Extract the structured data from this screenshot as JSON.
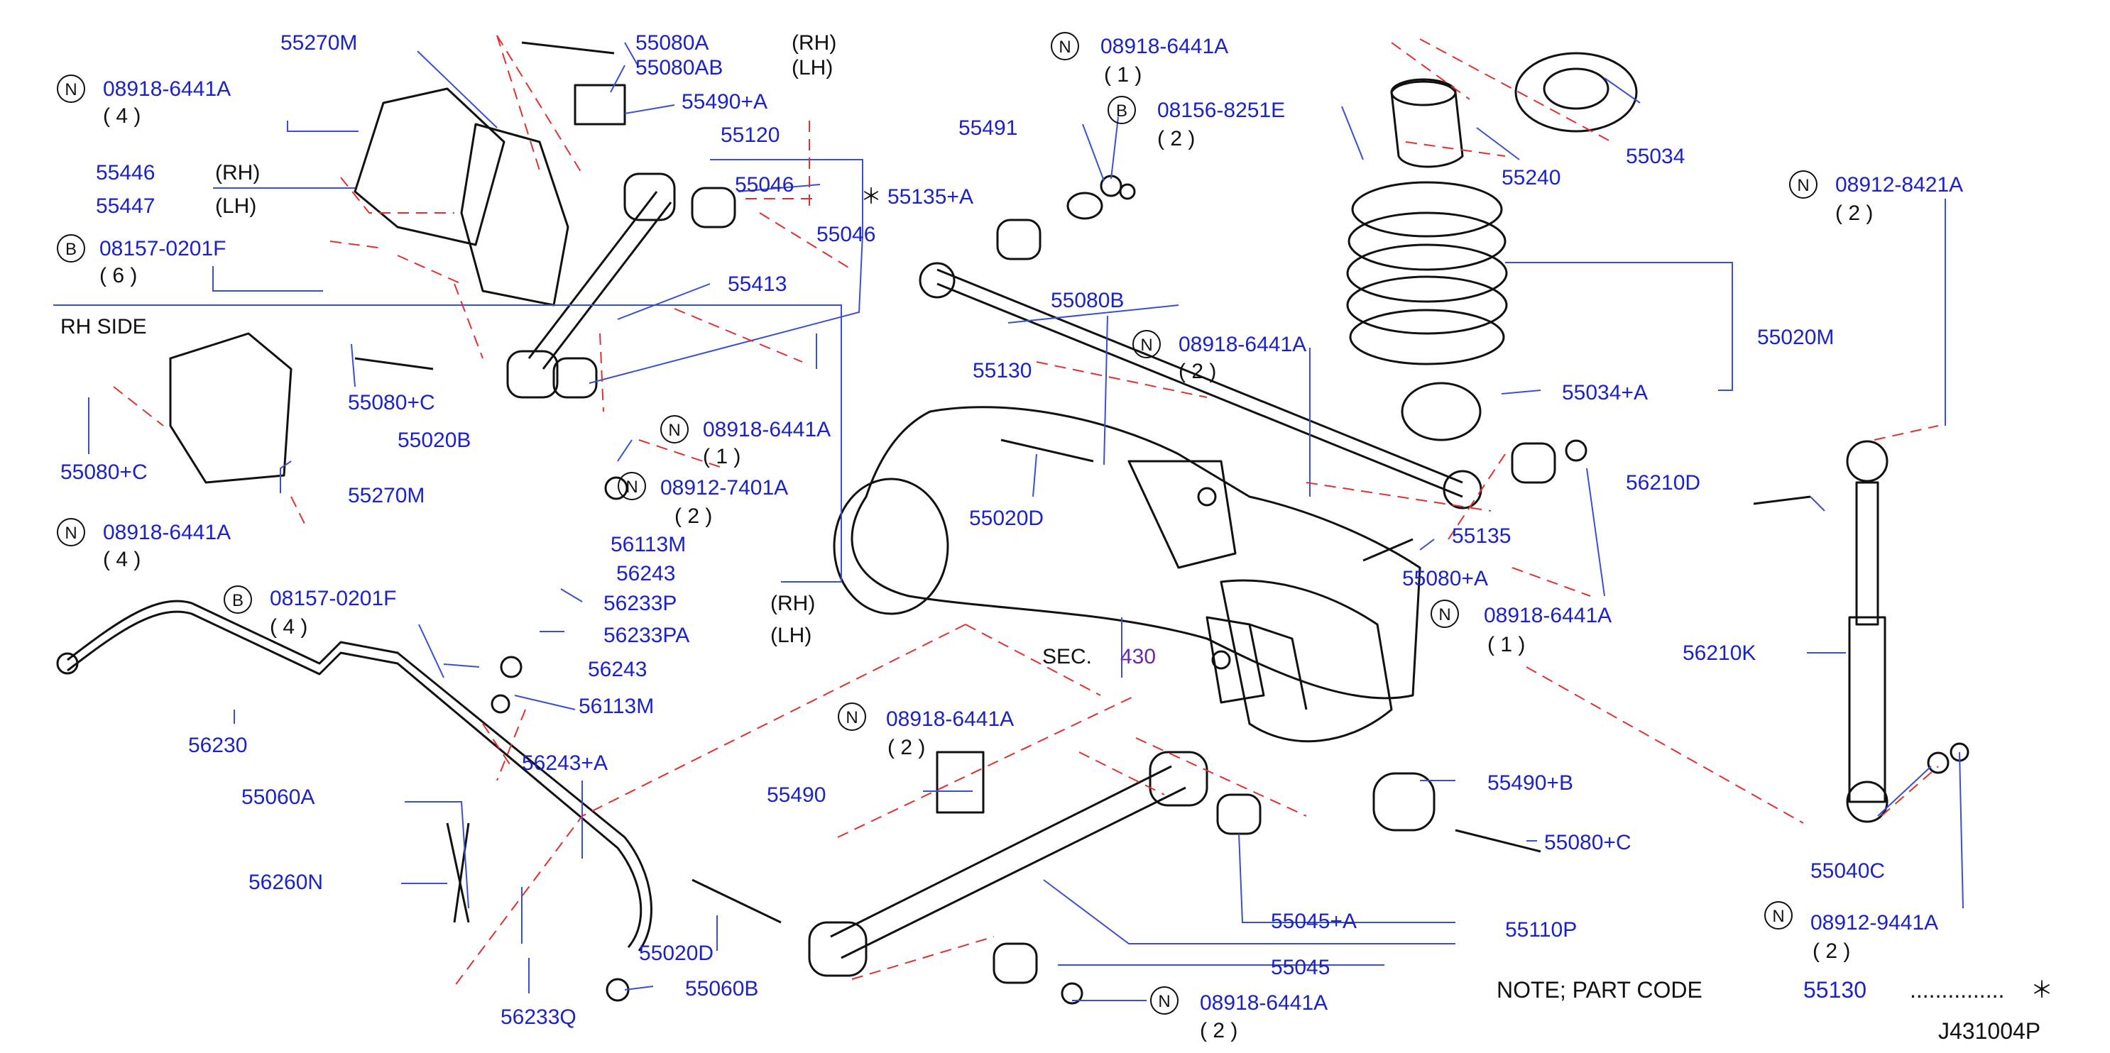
{
  "callouts": [
    {
      "id": "p55270M_top",
      "text": "55270M"
    },
    {
      "id": "p55080A",
      "text": "55080A"
    },
    {
      "id": "p55080AB",
      "text": "55080AB"
    },
    {
      "id": "pRH1",
      "text": "(RH)"
    },
    {
      "id": "pLH1",
      "text": "(LH)"
    },
    {
      "id": "p55490A",
      "text": "55490+A"
    },
    {
      "id": "p08918_a",
      "text": "08918-6441A"
    },
    {
      "id": "q4a",
      "text": "( 4 )"
    },
    {
      "id": "p55446",
      "text": "55446"
    },
    {
      "id": "p55447",
      "text": "55447"
    },
    {
      "id": "pRH2",
      "text": "(RH)"
    },
    {
      "id": "pLH2",
      "text": "(LH)"
    },
    {
      "id": "p55120",
      "text": "55120"
    },
    {
      "id": "p55046a",
      "text": "55046"
    },
    {
      "id": "p55046b",
      "text": "55046"
    },
    {
      "id": "p55135A",
      "text": "55135+A"
    },
    {
      "id": "star1",
      "text": "＊"
    },
    {
      "id": "p08157_a",
      "text": "08157-0201F"
    },
    {
      "id": "q6",
      "text": "( 6 )"
    },
    {
      "id": "p55413",
      "text": "55413"
    },
    {
      "id": "rhside",
      "text": "RH   SIDE"
    },
    {
      "id": "p55080C_a",
      "text": "55080+C"
    },
    {
      "id": "p55080C_b",
      "text": "55080+C"
    },
    {
      "id": "p55020B",
      "text": "55020B"
    },
    {
      "id": "p55270M_b",
      "text": "55270M"
    },
    {
      "id": "p08918_b",
      "text": "08918-6441A"
    },
    {
      "id": "q1a",
      "text": "( 1 )"
    },
    {
      "id": "p08912_a",
      "text": "08912-7401A"
    },
    {
      "id": "q2a",
      "text": "( 2 )"
    },
    {
      "id": "p08918_c",
      "text": "08918-6441A"
    },
    {
      "id": "q_c",
      "text": "( 4 )"
    },
    {
      "id": "p56113M_a",
      "text": "56113M"
    },
    {
      "id": "p56243a",
      "text": "56243"
    },
    {
      "id": "p56233P",
      "text": "56233P"
    },
    {
      "id": "p56233PA",
      "text": "56233PA"
    },
    {
      "id": "pRH3",
      "text": "(RH)"
    },
    {
      "id": "pLH3",
      "text": "(LH)"
    },
    {
      "id": "p08157_b",
      "text": "08157-0201F"
    },
    {
      "id": "q4b",
      "text": "( 4 )"
    },
    {
      "id": "p56243b",
      "text": "56243"
    },
    {
      "id": "p56113M_b",
      "text": "56113M"
    },
    {
      "id": "p56230",
      "text": "56230"
    },
    {
      "id": "p56243A",
      "text": "56243+A"
    },
    {
      "id": "p55060A",
      "text": "55060A"
    },
    {
      "id": "p56260N",
      "text": "56260N"
    },
    {
      "id": "p55020D_a",
      "text": "55020D"
    },
    {
      "id": "p55060B",
      "text": "55060B"
    },
    {
      "id": "p56233Q",
      "text": "56233Q"
    },
    {
      "id": "p55491",
      "text": "55491"
    },
    {
      "id": "p08918_d",
      "text": "08918-6441A"
    },
    {
      "id": "q1b",
      "text": "( 1 )"
    },
    {
      "id": "p08156",
      "text": "08156-8251E"
    },
    {
      "id": "q2b",
      "text": "( 2 )"
    },
    {
      "id": "p55240",
      "text": "55240"
    },
    {
      "id": "p55034",
      "text": "55034"
    },
    {
      "id": "p08912_b",
      "text": "08912-8421A"
    },
    {
      "id": "q2c",
      "text": "( 2 )"
    },
    {
      "id": "p55080B",
      "text": "55080B"
    },
    {
      "id": "p08918_e",
      "text": "08918-6441A"
    },
    {
      "id": "q2d",
      "text": "( 2 )"
    },
    {
      "id": "p55130",
      "text": "55130"
    },
    {
      "id": "p55020M",
      "text": "55020M"
    },
    {
      "id": "p55034A",
      "text": "55034+A"
    },
    {
      "id": "p55020D_b",
      "text": "55020D"
    },
    {
      "id": "p56210D",
      "text": "56210D"
    },
    {
      "id": "p55135",
      "text": "55135"
    },
    {
      "id": "p55080A2",
      "text": "55080+A"
    },
    {
      "id": "p08918_f",
      "text": "08918-6441A"
    },
    {
      "id": "q1c",
      "text": "( 1 )"
    },
    {
      "id": "sec",
      "text": "SEC."
    },
    {
      "id": "p430",
      "text": "430"
    },
    {
      "id": "p56210K",
      "text": "56210K"
    },
    {
      "id": "p08918_g",
      "text": "08918-6441A"
    },
    {
      "id": "q2e",
      "text": "( 2 )"
    },
    {
      "id": "p55490",
      "text": "55490"
    },
    {
      "id": "p55490B",
      "text": "55490+B"
    },
    {
      "id": "p55080C_c",
      "text": "55080+C"
    },
    {
      "id": "p55040C",
      "text": "55040C"
    },
    {
      "id": "p55045A",
      "text": "55045+A"
    },
    {
      "id": "p55110P",
      "text": "55110P"
    },
    {
      "id": "p55045",
      "text": "55045"
    },
    {
      "id": "p08912_c",
      "text": "08912-9441A"
    },
    {
      "id": "q2f",
      "text": "( 2 )"
    },
    {
      "id": "p08918_h",
      "text": "08918-6441A"
    },
    {
      "id": "q2g",
      "text": "( 2 )"
    }
  ],
  "markers": [
    {
      "id": "m1",
      "text": "N"
    },
    {
      "id": "m2",
      "text": "B"
    },
    {
      "id": "m3",
      "text": "N"
    },
    {
      "id": "m4",
      "text": "N"
    },
    {
      "id": "m5",
      "text": "N"
    },
    {
      "id": "m6",
      "text": "B"
    },
    {
      "id": "m7",
      "text": "N"
    },
    {
      "id": "m8",
      "text": "B"
    },
    {
      "id": "m9",
      "text": "N"
    },
    {
      "id": "m10",
      "text": "N"
    },
    {
      "id": "m11",
      "text": "N"
    },
    {
      "id": "m12",
      "text": "N"
    },
    {
      "id": "m13",
      "text": "N"
    },
    {
      "id": "m14",
      "text": "N"
    }
  ],
  "note": {
    "prefix": "NOTE;   PART   CODE",
    "code": "55130",
    "dots": "...............",
    "star": "＊"
  },
  "figure_id": "J431004P"
}
